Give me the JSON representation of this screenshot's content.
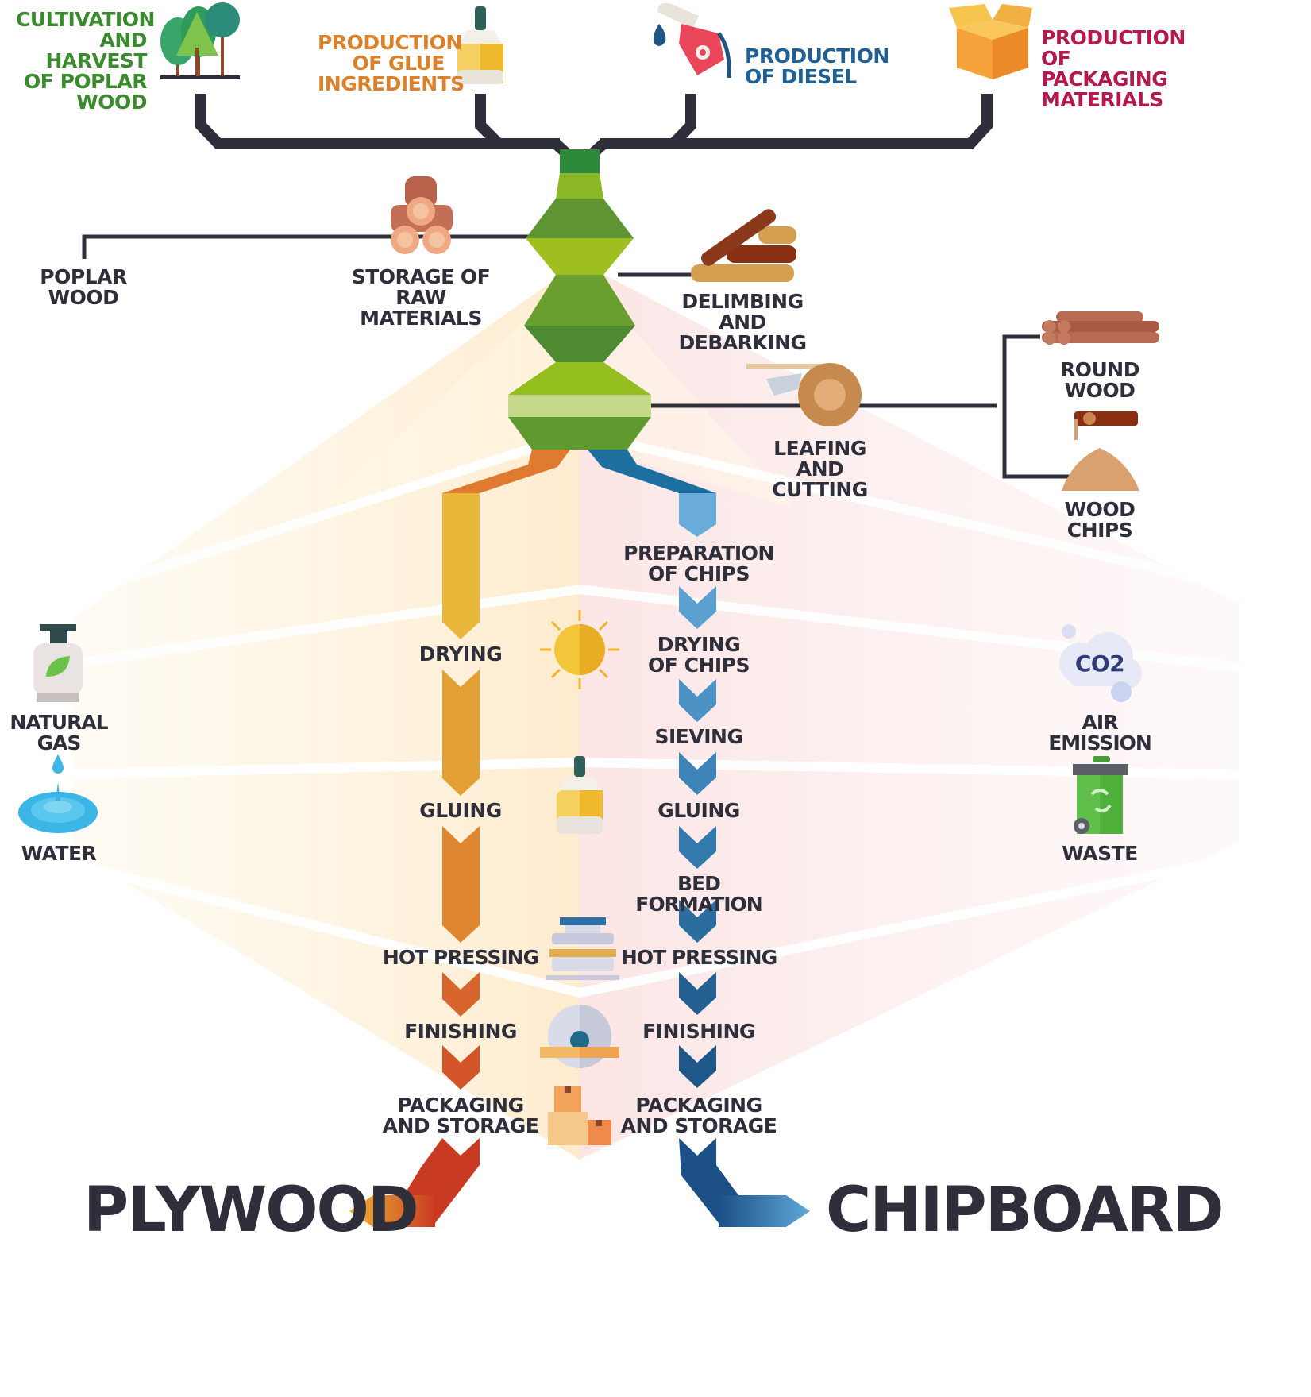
{
  "inputs_top": {
    "poplar_cultivation": "CULTIVATION\nAND HARVEST\nOF POPLAR\nWOOD",
    "glue_ingredients": "PRODUCTION\nOF GLUE\nINGREDIENTS",
    "diesel": "PRODUCTION\nOF DIESEL",
    "packaging_materials": "PRODUCTION\nOF PACKAGING\nMATERIALS"
  },
  "upstream": {
    "poplar_wood": "POPLAR\nWOOD",
    "storage": "STORAGE OF\nRAW MATERIALS",
    "delimbing": "DELIMBING\nAND DEBARKING",
    "leafing": "LEAFING\nAND CUTTING",
    "round_wood": "ROUND WOOD",
    "wood_chips": "WOOD CHIPS"
  },
  "resources": {
    "natural_gas": "NATURAL GAS",
    "water": "WATER",
    "air_emission": "AIR EMISSION",
    "waste": "WASTE",
    "co2": "CO2"
  },
  "plywood": {
    "title": "PLYWOOD",
    "steps": [
      "DRYING",
      "GLUING",
      "HOT PRESSING",
      "FINISHING",
      "PACKAGING\nAND STORAGE"
    ]
  },
  "chipboard": {
    "title": "CHIPBOARD",
    "steps": [
      "PREPARATION\nOF CHIPS",
      "DRYING\nOF CHIPS",
      "SIEVING",
      "GLUING",
      "BED FORMATION",
      "HOT PRESSING",
      "FINISHING",
      "PACKAGING\nAND STORAGE"
    ]
  },
  "colors": {
    "green_label": "#3a8a2e",
    "orange_label": "#d9822b",
    "blue_label": "#1f5f94",
    "magenta_label": "#b3194c",
    "dark": "#2e2f3a"
  }
}
